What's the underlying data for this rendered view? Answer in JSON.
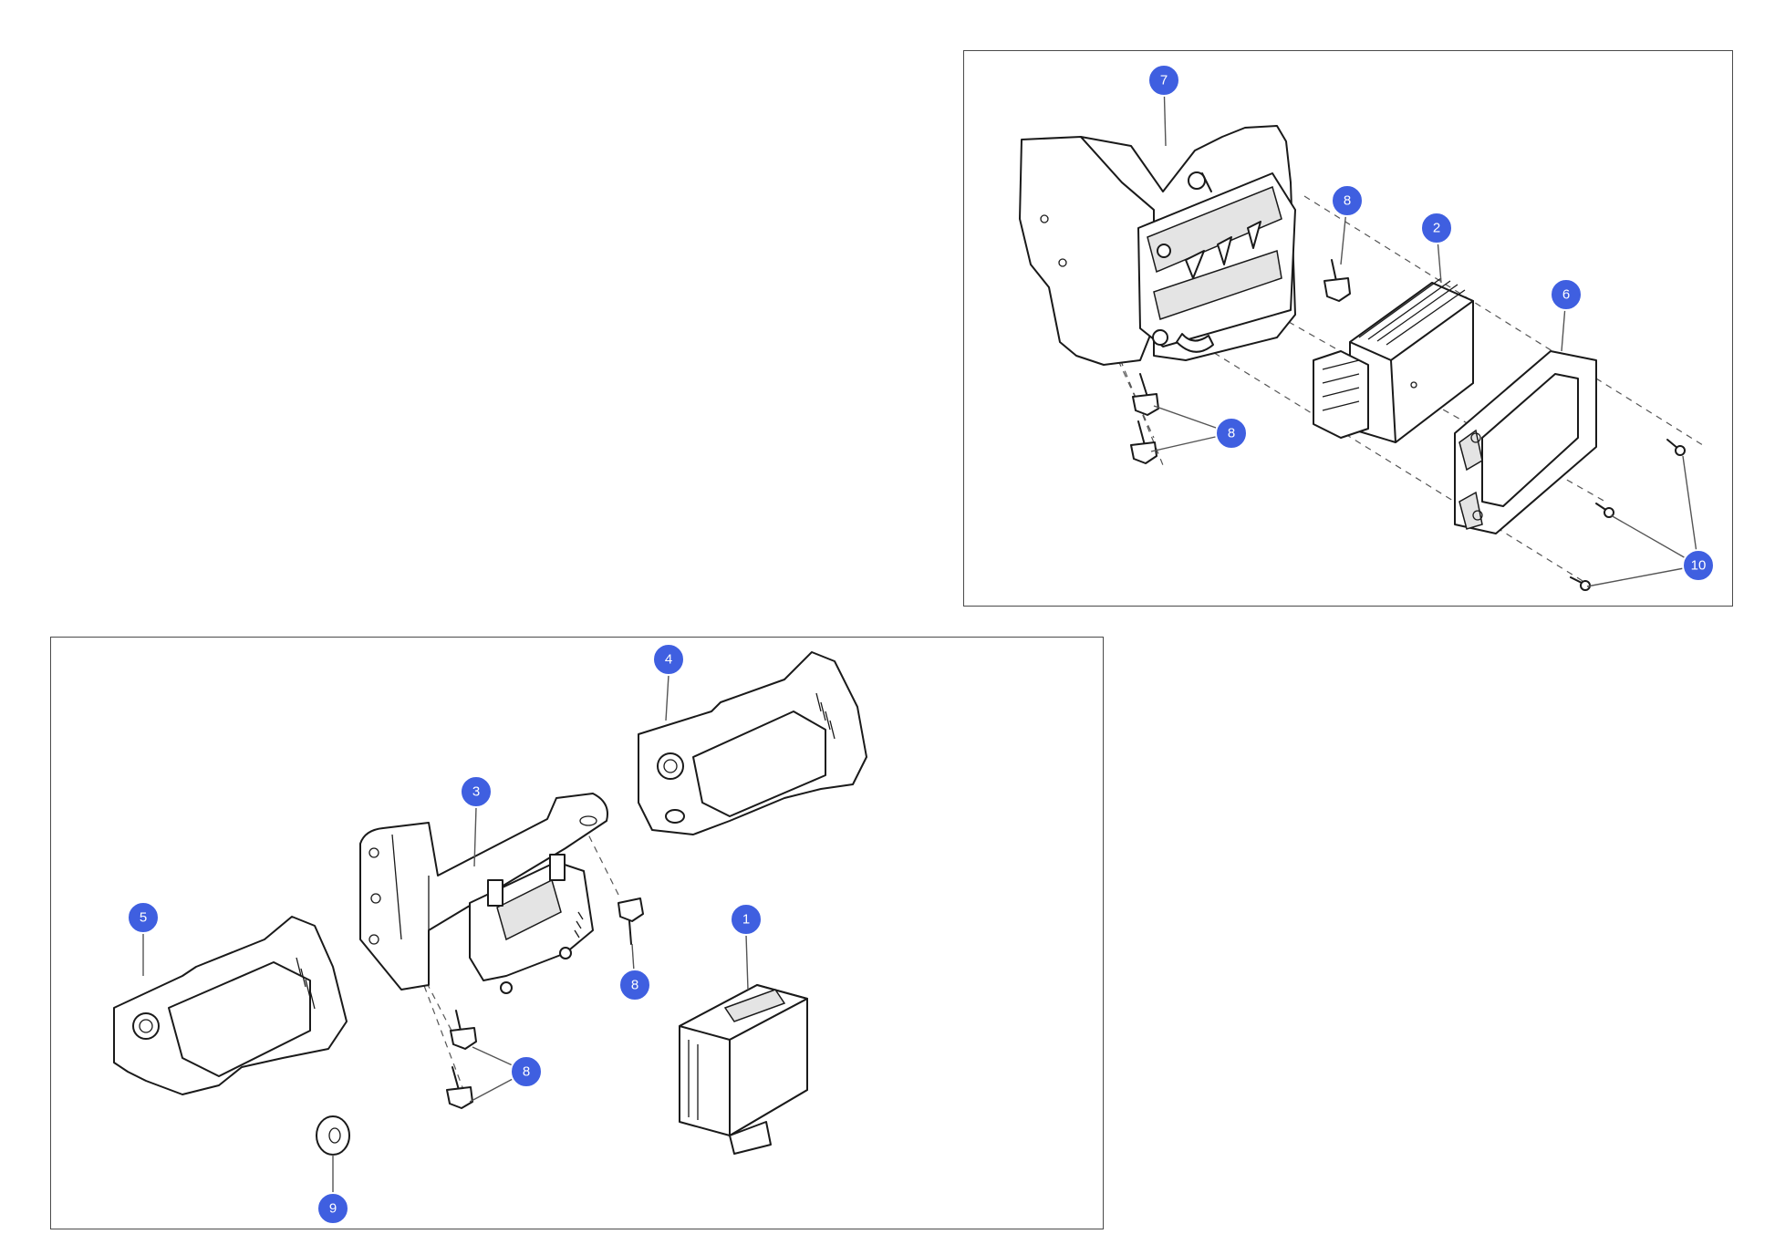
{
  "callouts": [
    {
      "id": "c1",
      "label": "1"
    },
    {
      "id": "c2",
      "label": "2"
    },
    {
      "id": "c3",
      "label": "3"
    },
    {
      "id": "c4",
      "label": "4"
    },
    {
      "id": "c5",
      "label": "5"
    },
    {
      "id": "c6",
      "label": "6"
    },
    {
      "id": "c7",
      "label": "7"
    },
    {
      "id": "c8a",
      "label": "8"
    },
    {
      "id": "c8b",
      "label": "8"
    },
    {
      "id": "c8c",
      "label": "8"
    },
    {
      "id": "c8d",
      "label": "8"
    },
    {
      "id": "c9",
      "label": "9"
    },
    {
      "id": "c10",
      "label": "10"
    }
  ],
  "colors": {
    "callout_fill": "#3f5fe0",
    "line": "#1a1a1a",
    "frame": "#4a4a4a"
  }
}
